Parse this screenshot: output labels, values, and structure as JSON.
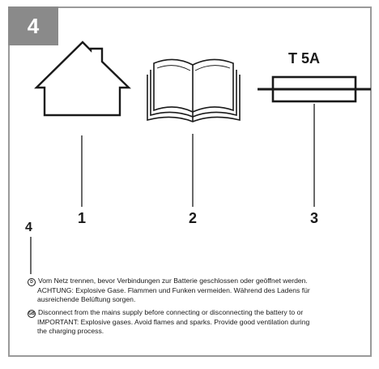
{
  "figure": {
    "number": "4",
    "symbols": [
      {
        "name": "house",
        "label": "1"
      },
      {
        "name": "book",
        "label": "2"
      },
      {
        "name": "fuse",
        "label": "3",
        "rating": "T 5A"
      }
    ],
    "side_label": "4"
  },
  "notes": {
    "de": {
      "flag": "D",
      "line1": "Vom Netz trennen, bevor Verbindungen zur Batterie geschlossen oder geöffnet werden.",
      "line2": "ACHTUNG: Explosive Gase. Flammen und Funken vermeiden. Während des Ladens für",
      "line3": "ausreichende Belüftung sorgen."
    },
    "en": {
      "flag": "GB",
      "line1": "Disconnect from the mains supply before connecting or disconnecting the battery to or",
      "line2": "IMPORTANT: Explosive gases. Avoid flames and sparks. Provide good ventilation during",
      "line3": "the charging process."
    }
  },
  "colors": {
    "frame": "#9a9a9a",
    "badge": "#8a8a8a",
    "ink": "#1a1a1a"
  }
}
